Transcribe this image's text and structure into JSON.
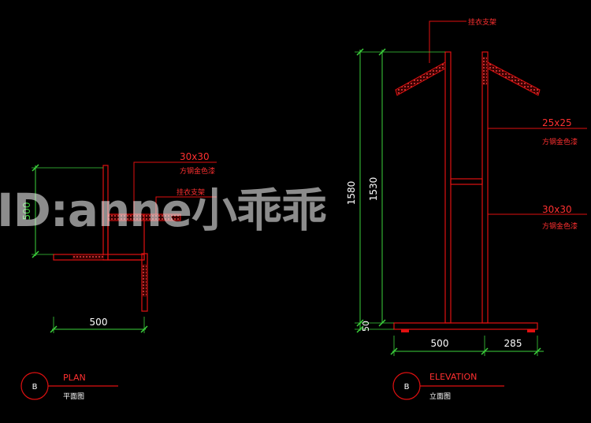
{
  "colors": {
    "background": "#000000",
    "frame": "#e01010",
    "dimension": "#3cd23c",
    "hatch": "#e04040",
    "label_red": "#ff3030",
    "label_white": "#ffffff",
    "watermark": "#ffffff"
  },
  "watermark": "ID:anne小乖乖",
  "plan": {
    "dim_height": "500",
    "dim_width": "500",
    "note_size": "30x30",
    "note_finish": "方钢金色漆",
    "note_hanger": "挂衣支架",
    "title_marker": "B",
    "title_en": "PLAN",
    "title_cn": "平面图"
  },
  "elevation": {
    "dim_total": "1580",
    "dim_upper": "1530",
    "dim_base": "50",
    "dim_bottom_left": "500",
    "dim_bottom_right": "285",
    "note_hanger": "挂衣支架",
    "note_size_1": "25x25",
    "note_finish_1": "方钢金色漆",
    "note_size_2": "30x30",
    "note_finish_2": "方钢金色漆",
    "title_marker": "B",
    "title_en": "ELEVATION",
    "title_cn": "立面图"
  }
}
